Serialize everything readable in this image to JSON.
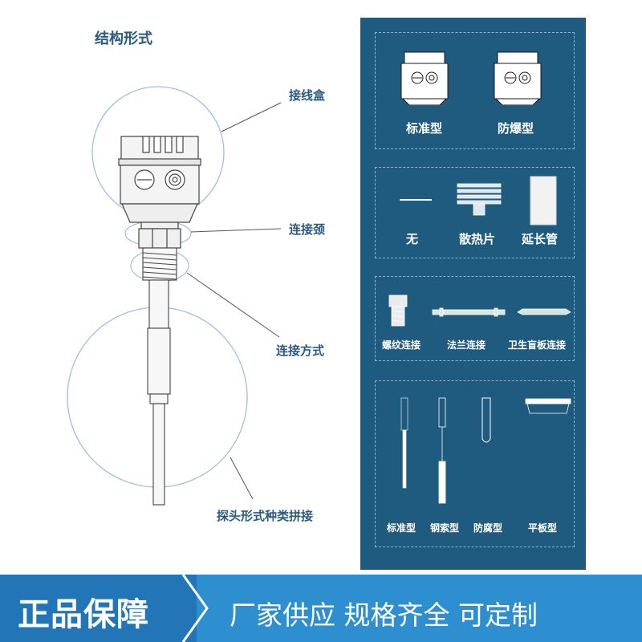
{
  "heading": "结构形式",
  "callouts": {
    "junction_box": "接线盒",
    "neck": "连接颈",
    "connection": "连接方式",
    "probe": "探头形式种类拼接"
  },
  "panel": {
    "housing": {
      "standard": "标准型",
      "explosion_proof": "防爆型"
    },
    "neck_options": {
      "none": "无",
      "heat_sink": "散热片",
      "extension": "延长管"
    },
    "connections": {
      "thread": "螺纹连接",
      "flange": "法兰连接",
      "sanitary": "卫生盲板连接"
    },
    "probes": {
      "standard": "标准型",
      "cable": "钢索型",
      "anticorrosion": "防腐型",
      "flat": "平板型"
    }
  },
  "banner": {
    "left": "正品保障",
    "right": "厂家供应 规格齐全 可定制"
  },
  "colors": {
    "panel": "#1e5b7e",
    "banner": "#2d8ed0",
    "badge": "#2276b8",
    "text": "#2c5a7e",
    "line": "#7aa9c9"
  }
}
